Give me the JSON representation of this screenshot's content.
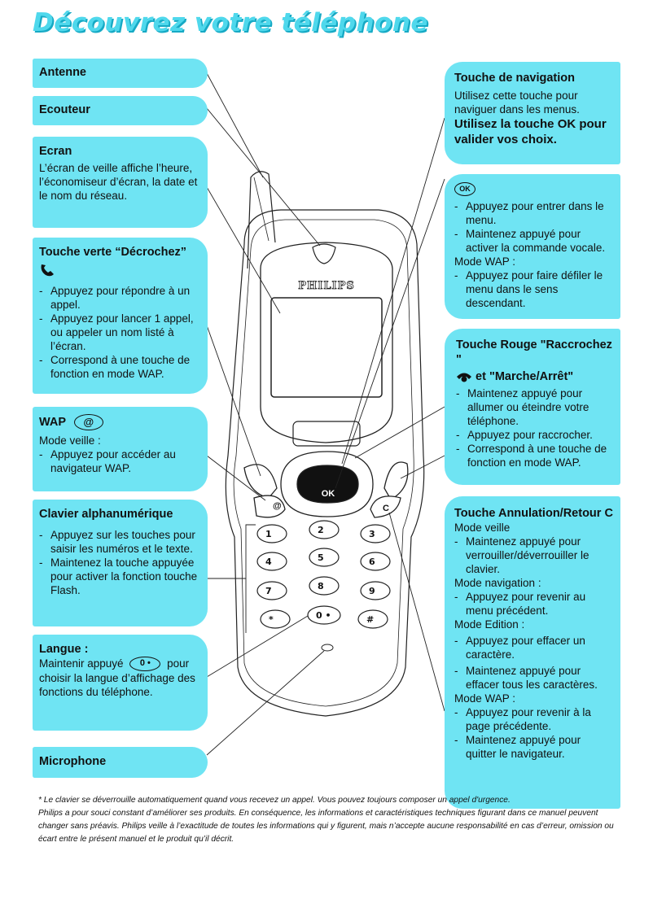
{
  "title": "Découvrez votre téléphone",
  "phone": {
    "brand": "PHILIPS",
    "ok_label": "OK"
  },
  "left": {
    "antenne": {
      "title": "Antenne"
    },
    "ecouteur": {
      "title": "Ecouteur"
    },
    "ecran": {
      "title": "Ecran",
      "text": "L’écran de veille affiche l’heure, l’économiseur d’écran, la date et le nom du réseau."
    },
    "verte": {
      "title": "Touche verte “Décrochez”",
      "icon": "phone-handset-icon",
      "items": [
        "Appuyez pour répondre à un appel.",
        "Appuyez pour lancer 1 appel, ou appeler un nom listé à l’écran.",
        "Correspond à une touche de fonction en mode WAP."
      ]
    },
    "wap": {
      "title": "WAP",
      "icon_label": "@",
      "mode": "Mode veille :",
      "items": [
        "Appuyez pour accéder au navigateur WAP."
      ]
    },
    "clavier": {
      "title": "Clavier alphanumérique",
      "items": [
        "Appuyez sur les touches pour saisir les numéros et le texte.",
        "Maintenez la touche appuyée pour activer la fonction touche Flash."
      ]
    },
    "langue": {
      "title": "Langue :",
      "text_before": "Maintenir appuyé",
      "key_label": "0 •",
      "text_after": "pour choisir la langue d’affichage des fonctions du téléphone."
    },
    "micro": {
      "title": "Microphone"
    }
  },
  "right": {
    "nav": {
      "title": "Touche de navigation",
      "text": "Utilisez cette touche pour naviguer dans les menus.",
      "bold": "Utilisez la touche OK pour valider vos choix."
    },
    "ok": {
      "icon_label": "OK",
      "items": [
        "Appuyez pour entrer dans le menu.",
        "Maintenez appuyé pour activer la commande vocale."
      ],
      "mode": "Mode WAP :",
      "wap_items": [
        "Appuyez pour faire défiler le menu dans le sens descendant."
      ]
    },
    "rouge": {
      "title_line1": "Touche Rouge \"Raccrochez \"",
      "title_line2": "et \"Marche/Arrêt\"",
      "icon": "hang-up-power-icon",
      "items": [
        "Maintenez appuyé pour allumer ou éteindre votre téléphone.",
        "Appuyez pour raccrocher.",
        "Correspond à une touche de fonction en mode WAP."
      ]
    },
    "annul": {
      "title": "Touche Annulation/Retour C",
      "sections": [
        {
          "mode": "Mode veille",
          "items": [
            "Maintenez appuyé pour verrouiller/déverrouiller le clavier."
          ]
        },
        {
          "mode": "Mode navigation :",
          "items": [
            "Appuyez pour revenir au menu précédent."
          ]
        },
        {
          "mode": "Mode Edition :",
          "items": [
            "Appuyez pour effacer un caractère.",
            "Maintenez appuyé pour effacer tous les caractères."
          ]
        },
        {
          "mode": "Mode WAP :",
          "items": [
            "Appuyez pour revenir à la page précédente.",
            "Maintenez appuyé pour quitter le navigateur."
          ]
        }
      ]
    }
  },
  "notes": {
    "line1": "* Le clavier se déverrouille automatiquement quand vous recevez un appel. Vous pouvez toujours composer un appel d'urgence.",
    "line2": "Philips a pour souci constant d’améliorer ses produits. En conséquence, les informations et caractéristiques techniques figurant dans ce manuel  peuvent changer sans préavis. Philips veille à l’exactitude de toutes les informations qui y figurent, mais n’accepte aucune responsabilité en cas d’erreur, omission ou écart entre le présent manuel et le produit qu’il décrit."
  }
}
